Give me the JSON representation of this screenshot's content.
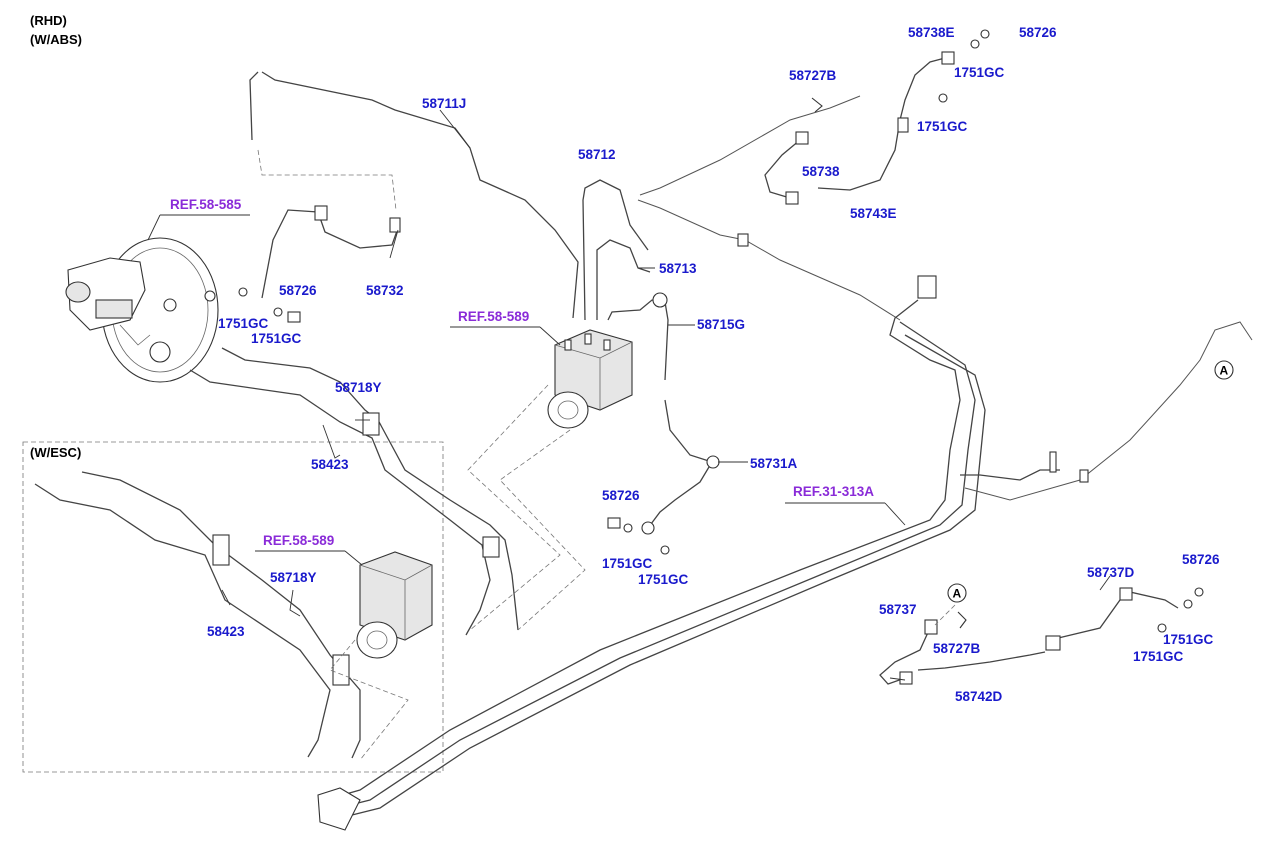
{
  "header": {
    "line1": "(RHD)",
    "line2": "(W/ABS)"
  },
  "esc_box_label": "(W/ESC)",
  "refs": {
    "r58585": "REF.58-585",
    "r58589_abs": "REF.58-589",
    "r58589_esc": "REF.58-589",
    "r31313a": "REF.31-313A"
  },
  "labels": {
    "p58711J": "58711J",
    "p58712": "58712",
    "p58713": "58713",
    "p58715G": "58715G",
    "p58732": "58732",
    "p58726_a": "58726",
    "p1751GC_a": "1751GC",
    "p1751GC_b": "1751GC",
    "p58718Y_a": "58718Y",
    "p58423_a": "58423",
    "p58731A": "58731A",
    "p58726_b": "58726",
    "p1751GC_c": "1751GC",
    "p1751GC_d": "1751GC",
    "p58727B_a": "58727B",
    "p58738E": "58738E",
    "p58726_c": "58726",
    "p1751GC_e": "1751GC",
    "p1751GC_f": "1751GC",
    "p58738": "58738",
    "p58743E": "58743E",
    "p58718Y_b": "58718Y",
    "p58423_b": "58423",
    "p58737": "58737",
    "p58727B_b": "58727B",
    "p58742D": "58742D",
    "p58737D": "58737D",
    "p58726_d": "58726",
    "p1751GC_g": "1751GC",
    "p1751GC_h": "1751GC"
  },
  "callouts": {
    "a1": "A",
    "a2": "A"
  },
  "colors": {
    "part_label": "#1a1acc",
    "reference_label": "#8a2bd8"
  }
}
